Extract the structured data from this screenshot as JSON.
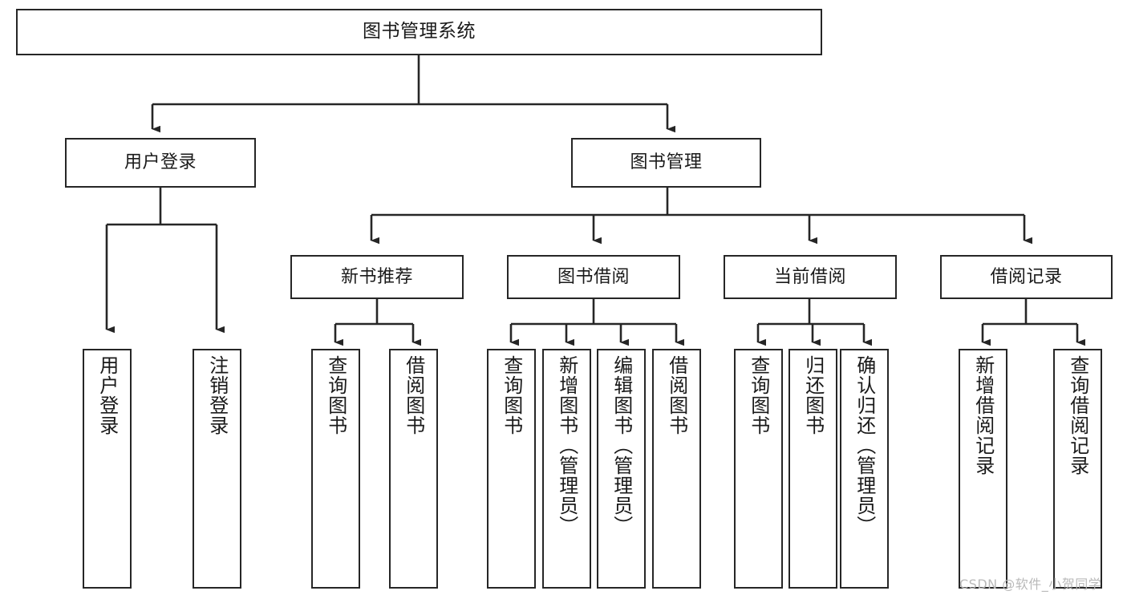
{
  "diagram": {
    "title": "图书管理系统",
    "type": "tree-hierarchy",
    "root": {
      "label": "图书管理系统"
    },
    "level1": [
      {
        "label": "用户登录"
      },
      {
        "label": "图书管理"
      }
    ],
    "level2": [
      {
        "label": "新书推荐"
      },
      {
        "label": "图书借阅"
      },
      {
        "label": "当前借阅"
      },
      {
        "label": "借阅记录"
      }
    ],
    "leaves": {
      "user_login": [
        {
          "label": "用户登录"
        },
        {
          "label": "注销登录"
        }
      ],
      "new_book_recommend": [
        {
          "label": "查询图书"
        },
        {
          "label": "借阅图书"
        }
      ],
      "book_borrow": [
        {
          "label": "查询图书"
        },
        {
          "label": "新增图书（管理员）"
        },
        {
          "label": "编辑图书（管理员）"
        },
        {
          "label": "借阅图书"
        }
      ],
      "current_borrow": [
        {
          "label": "查询图书"
        },
        {
          "label": "归还图书"
        },
        {
          "label": "确认归还（管理员）"
        }
      ],
      "borrow_records": [
        {
          "label": "新增借阅记录"
        },
        {
          "label": "查询借阅记录"
        }
      ]
    }
  },
  "watermark": {
    "text": "CSDN @软件_小贺同学"
  },
  "colors": {
    "stroke": "#262626",
    "background": "#ffffff",
    "text": "#1a1a1a",
    "watermark": "#b9b9b9"
  }
}
